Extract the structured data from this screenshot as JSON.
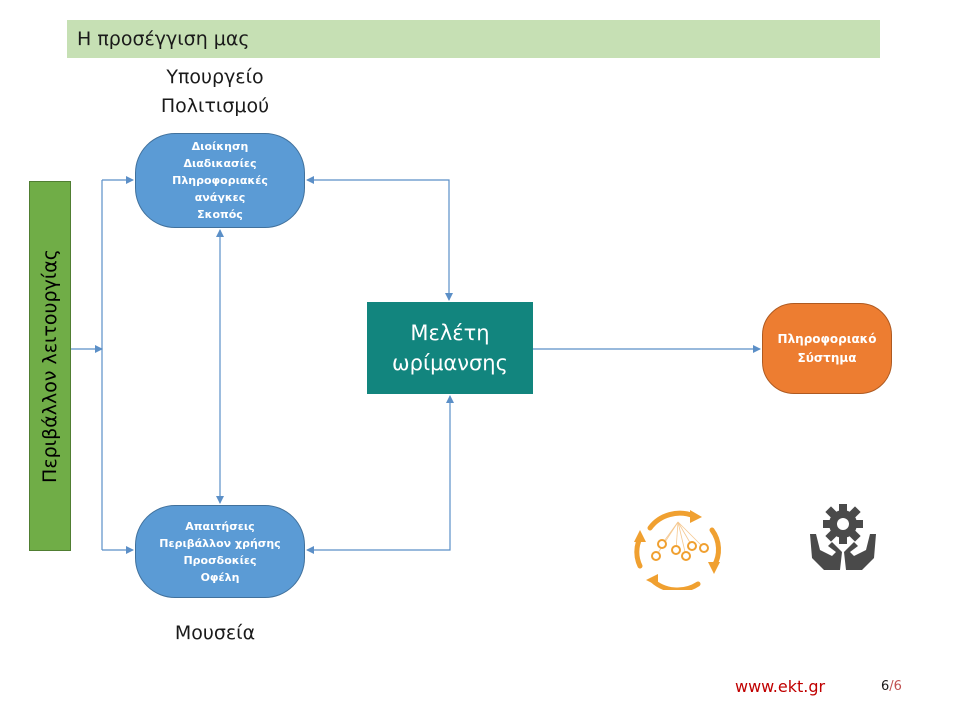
{
  "header": {
    "title": "Η προσέγγιση μας"
  },
  "labels": {
    "top": "Υπουργείο Πολιτισμού",
    "bottom": "Μουσεία"
  },
  "environment_box": {
    "text": "Περιβάλλον λειτουργίας",
    "color": "#70ad47"
  },
  "node_top": {
    "lines": [
      "Διοίκηση",
      "Διαδικασίες",
      "Πληροφοριακές",
      "ανάγκες",
      "Σκοπός"
    ],
    "color": "#5b9bd5"
  },
  "node_bottom": {
    "lines": [
      "Απαιτήσεις",
      "Περιβάλλον χρήσης",
      "Προσδοκίες",
      "Οφέλη"
    ],
    "color": "#5b9bd5"
  },
  "study": {
    "lines": [
      "Μελέτη",
      "ωρίμανσης"
    ],
    "color": "#12857e"
  },
  "info_system": {
    "lines": [
      "Πληροφοριακό",
      "Σύστημα"
    ],
    "color": "#ed7d31"
  },
  "icons": {
    "left": "maturity-cycle-icon",
    "right": "hands-gear-icon"
  },
  "footer": {
    "url": "www.ekt.gr",
    "page_current": "6",
    "page_sep": "/",
    "page_total": "6"
  }
}
